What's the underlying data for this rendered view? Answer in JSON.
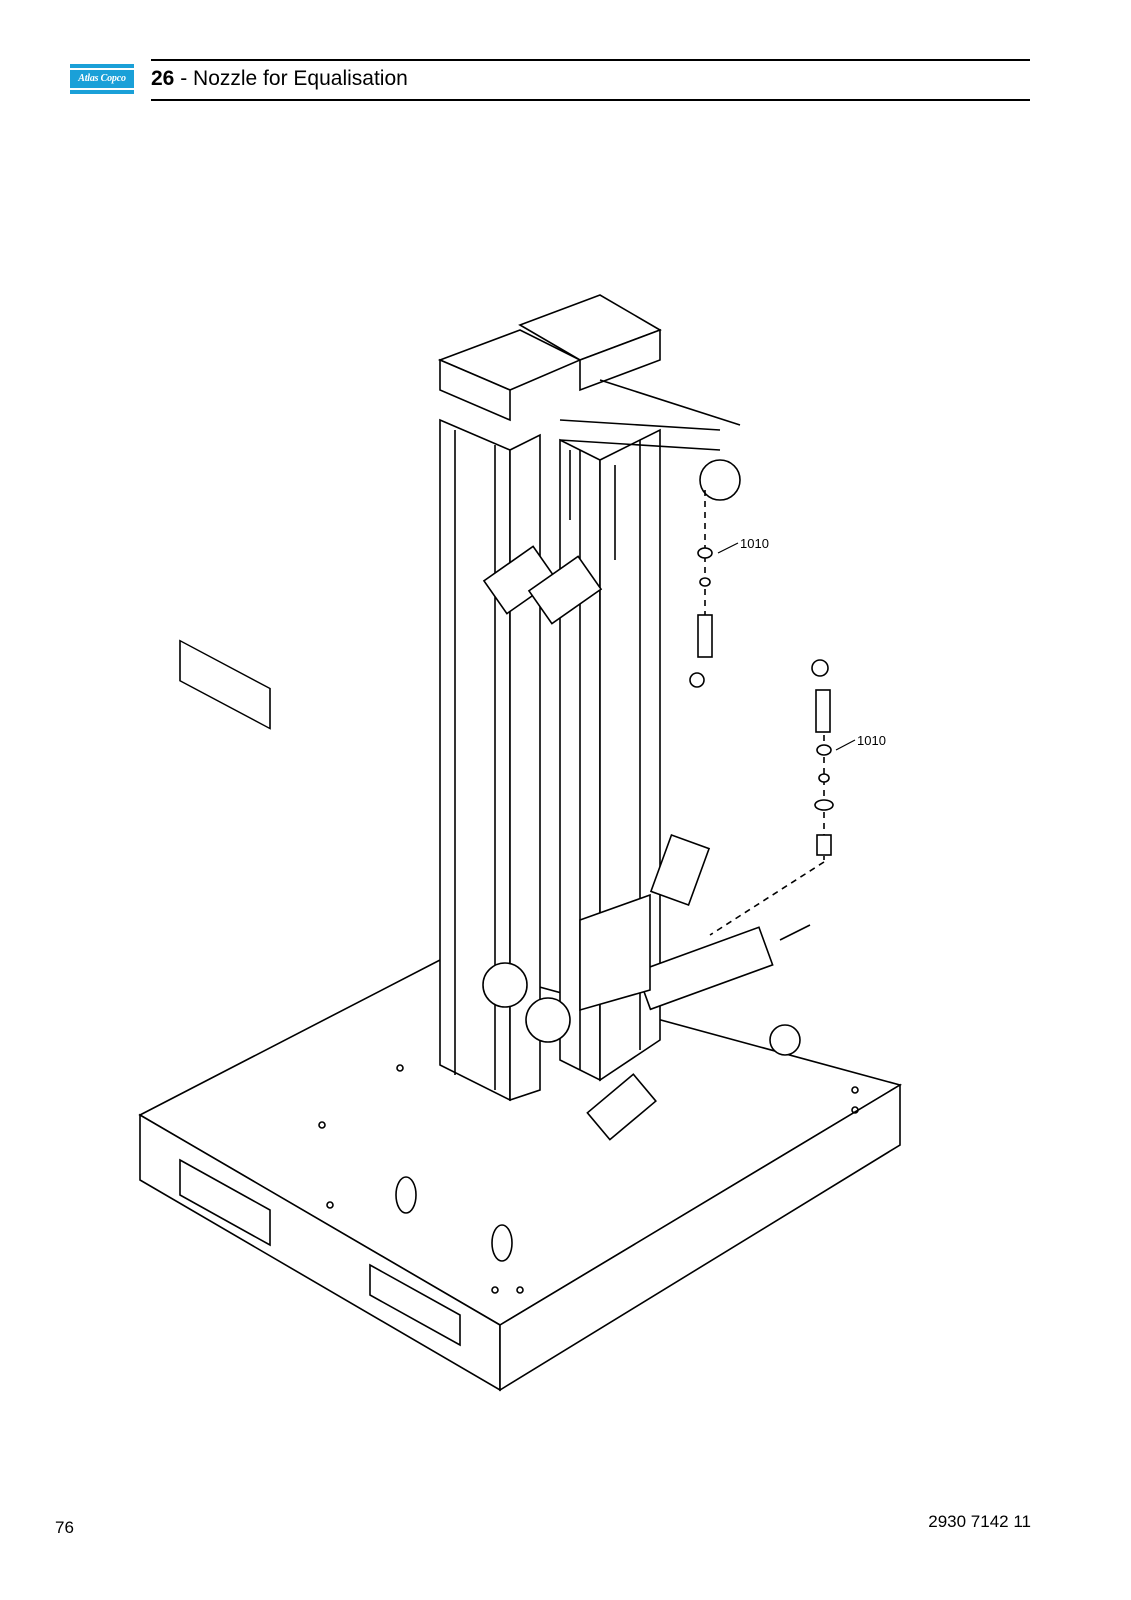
{
  "header": {
    "logo_text": "Atlas Copco",
    "section_number": "26",
    "section_separator": " - ",
    "section_title": "Nozzle for Equalisation"
  },
  "drawing": {
    "callouts": [
      {
        "label": "1010"
      },
      {
        "label": "1010"
      }
    ]
  },
  "footer": {
    "page_number": "76",
    "document_number": "2930 7142 11"
  },
  "colors": {
    "brand_blue": "#1aa0d8",
    "line": "#000000"
  }
}
